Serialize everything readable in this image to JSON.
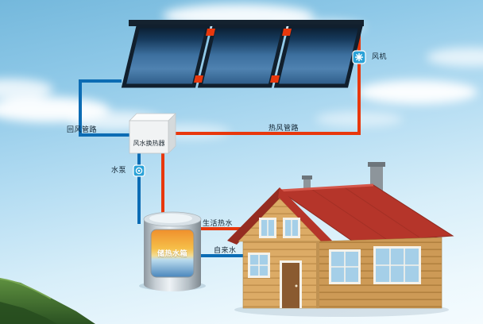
{
  "diagram": {
    "labels": {
      "fan": "风机",
      "return_air_pipe": "回风管路",
      "hot_air_pipe": "热风管路",
      "heat_exchanger": "风水换热器",
      "water_pump": "水泵",
      "storage_tank": "储热水箱",
      "domestic_hot_water": "生活热水",
      "tap_water": "自来水"
    },
    "icons": {
      "fan": "fan-icon",
      "pump": "pump-icon"
    },
    "panel_count": 3,
    "colors": {
      "hot_pipe": "#e8380d",
      "cold_pipe": "#0c6cb4",
      "panel_frame": "#111f2d",
      "device_icon_blue": "#2aa2d8",
      "sky_top": "#74b8dc",
      "roof_red": "#b5352a",
      "wall_wood": "#dcab66",
      "mountain_green": "#3f6b2f",
      "tank_hot": "#ef8f2c",
      "tank_cold": "#4a86bc"
    }
  }
}
